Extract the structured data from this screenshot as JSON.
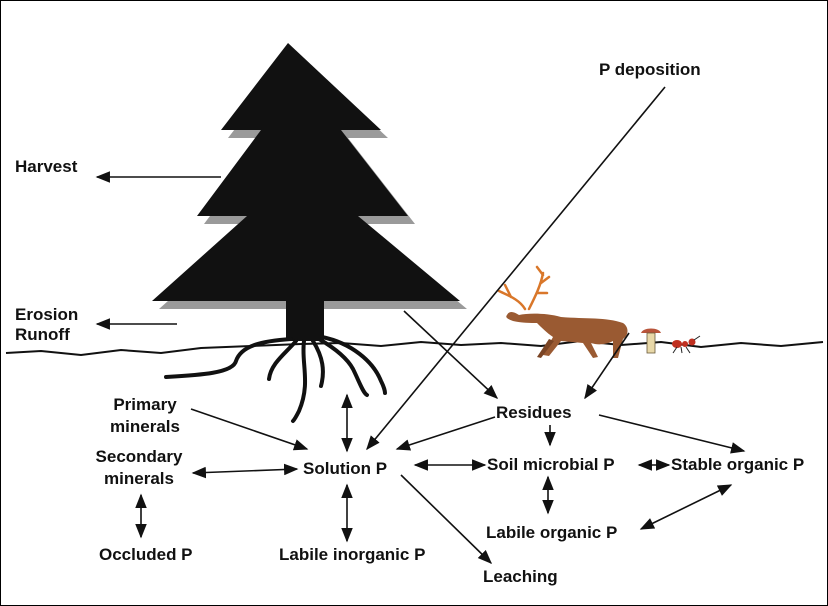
{
  "labels": {
    "p_deposition": "P deposition",
    "harvest": "Harvest",
    "erosion": "Erosion",
    "runoff": "Runoff",
    "residues": "Residues",
    "primary": "Primary",
    "minerals_1": "minerals",
    "secondary": "Secondary",
    "minerals_2": "minerals",
    "solution_p": "Solution P",
    "soil_microbial_p": "Soil microbial P",
    "stable_organic_p": "Stable organic P",
    "labile_organic_p": "Labile organic P",
    "occluded_p": "Occluded P",
    "labile_inorganic_p": "Labile inorganic P",
    "leaching": "Leaching"
  },
  "colors": {
    "tree": "#111111",
    "tree_shadow": "#9a9a9a",
    "deer": "#9a5a32",
    "antler": "#d9772a",
    "mushroom_cap": "#b8543a",
    "ant": "#c03020"
  },
  "icons": [
    "conifer-tree",
    "deer",
    "mushroom",
    "ant"
  ]
}
